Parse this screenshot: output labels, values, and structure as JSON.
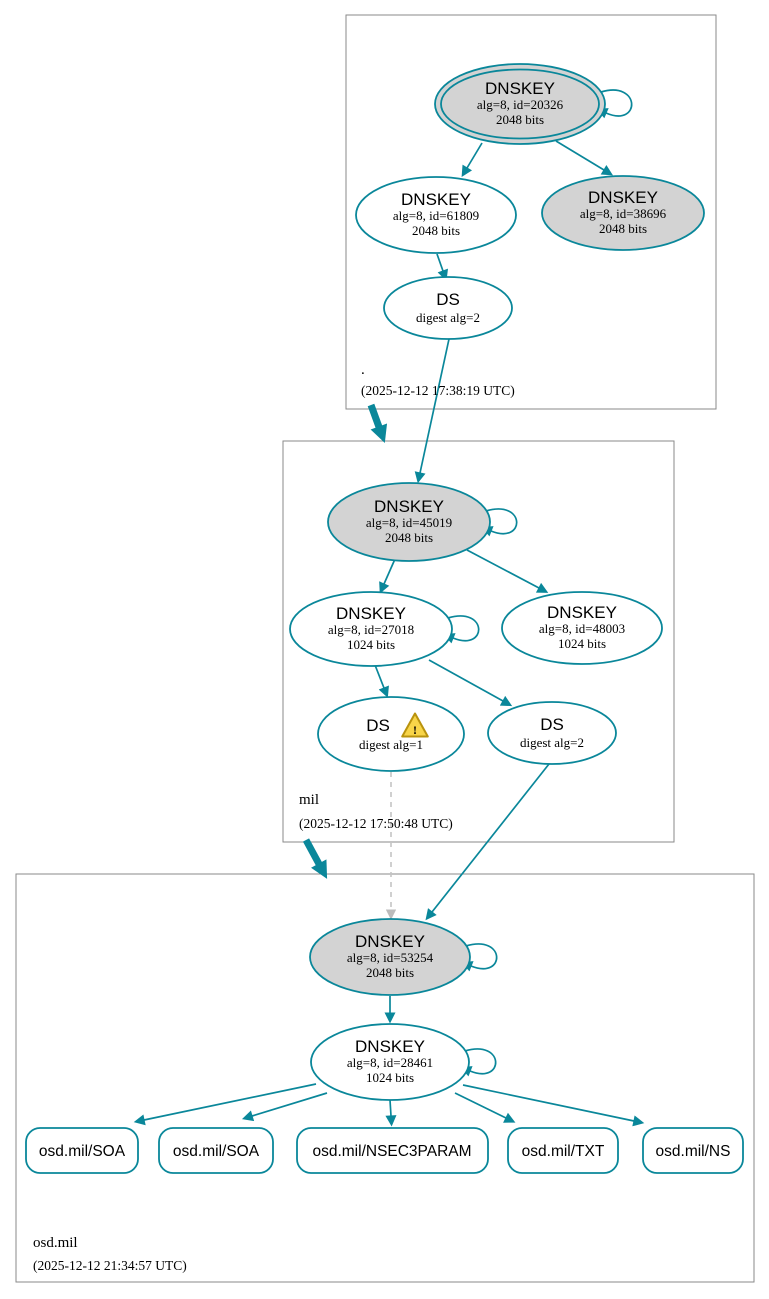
{
  "colors": {
    "secure_teal": "#0a879a",
    "ksk_fill": "#d3d3d3",
    "node_fill": "#ffffff",
    "warning_fill": "#f8d549",
    "warning_border": "#b9930e",
    "insecure_dashed_gray": "#c4c4c4"
  },
  "zones": {
    "root": {
      "label": ".",
      "timestamp": "(2025-12-12 17:38:19 UTC)",
      "ksk": {
        "type": "DNSKEY",
        "detail": "alg=8, id=20326",
        "size": "2048 bits"
      },
      "zsk": {
        "type": "DNSKEY",
        "detail": "alg=8, id=61809",
        "size": "2048 bits"
      },
      "ksk2": {
        "type": "DNSKEY",
        "detail": "alg=8, id=38696",
        "size": "2048 bits"
      },
      "ds": {
        "type": "DS",
        "detail": "digest alg=2"
      }
    },
    "mil": {
      "label": "mil",
      "timestamp": "(2025-12-12 17:50:48 UTC)",
      "ksk": {
        "type": "DNSKEY",
        "detail": "alg=8, id=45019",
        "size": "2048 bits"
      },
      "zsk": {
        "type": "DNSKEY",
        "detail": "alg=8, id=27018",
        "size": "1024 bits"
      },
      "zsk2": {
        "type": "DNSKEY",
        "detail": "alg=8, id=48003",
        "size": "1024 bits"
      },
      "ds1": {
        "type": "DS",
        "detail": "digest alg=1"
      },
      "ds2": {
        "type": "DS",
        "detail": "digest alg=2"
      },
      "warning": "!"
    },
    "osd_mil": {
      "label": "osd.mil",
      "timestamp": "(2025-12-12 21:34:57 UTC)",
      "ksk": {
        "type": "DNSKEY",
        "detail": "alg=8, id=53254",
        "size": "2048 bits"
      },
      "zsk": {
        "type": "DNSKEY",
        "detail": "alg=8, id=28461",
        "size": "1024 bits"
      },
      "rrsets": [
        "osd.mil/SOA",
        "osd.mil/SOA",
        "osd.mil/NSEC3PARAM",
        "osd.mil/TXT",
        "osd.mil/NS"
      ]
    }
  }
}
